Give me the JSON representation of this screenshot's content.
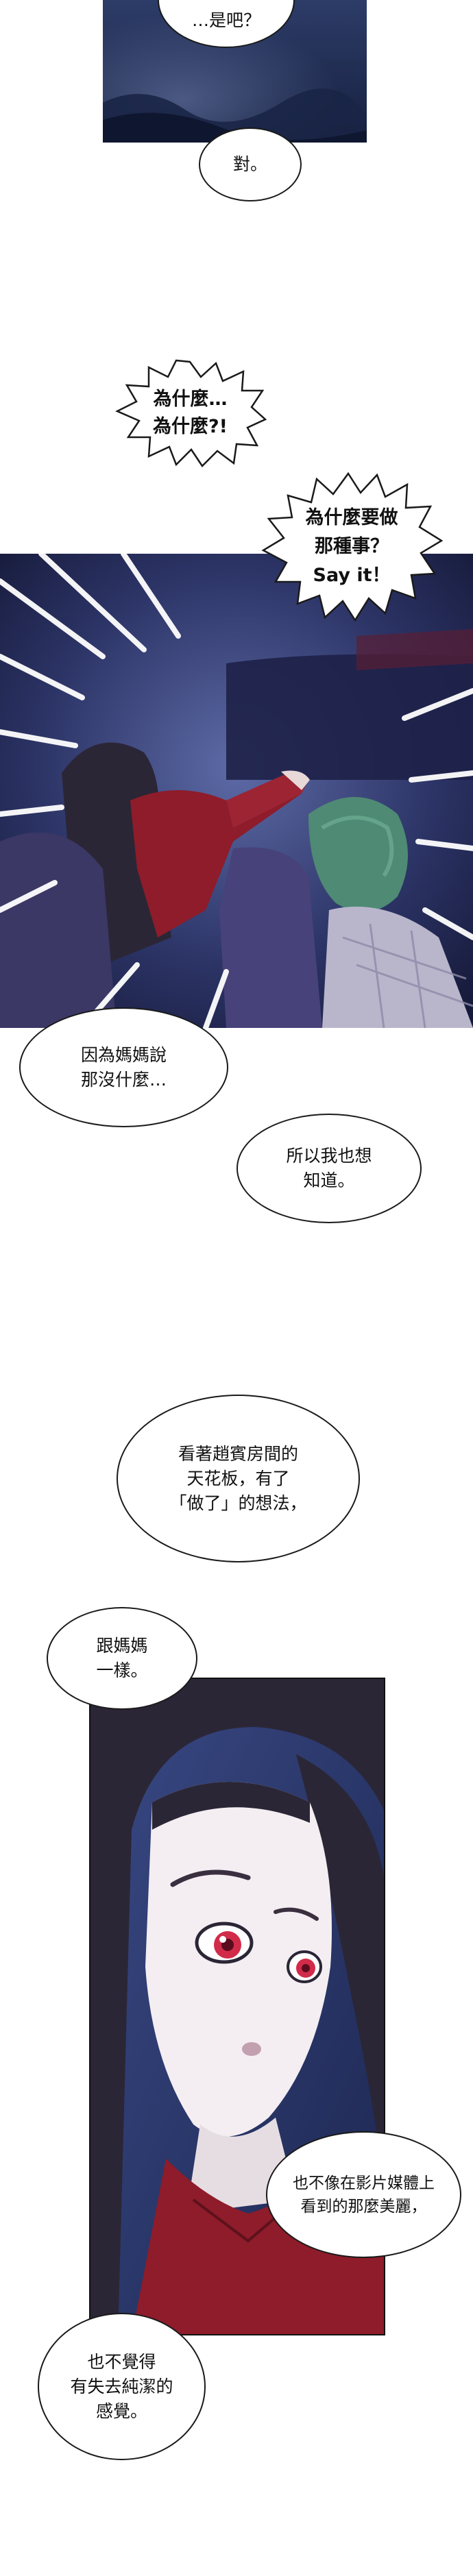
{
  "bubbles": {
    "top_cut": "…是吧？",
    "dui": "對。",
    "why": "為什麼…\n為什麼?!",
    "why_do": "為什麼要做\n那種事？\nSay it！",
    "mom_said": "因為媽媽說\n那沒什麼…",
    "want_know": "所以我也想\n知道。",
    "ceiling_1": "看著趙賓房間的\n天花板，有了",
    "ceiling_2": "「做了」的想法，",
    "like_mom": "跟媽媽\n一樣。",
    "not_pretty": "也不像在影片媒體上\n看到的那麼美麗，",
    "not_feel": "也不覺得\n有失去純潔的\n感覺。"
  },
  "colors": {
    "night_sky": "#1c2a52",
    "car_interior": "#2a2f5c",
    "hair_dark": "#2b2636",
    "jacket_red": "#8e1c2a",
    "eye_red": "#d12b4a",
    "hair_green": "#4f8a74"
  }
}
